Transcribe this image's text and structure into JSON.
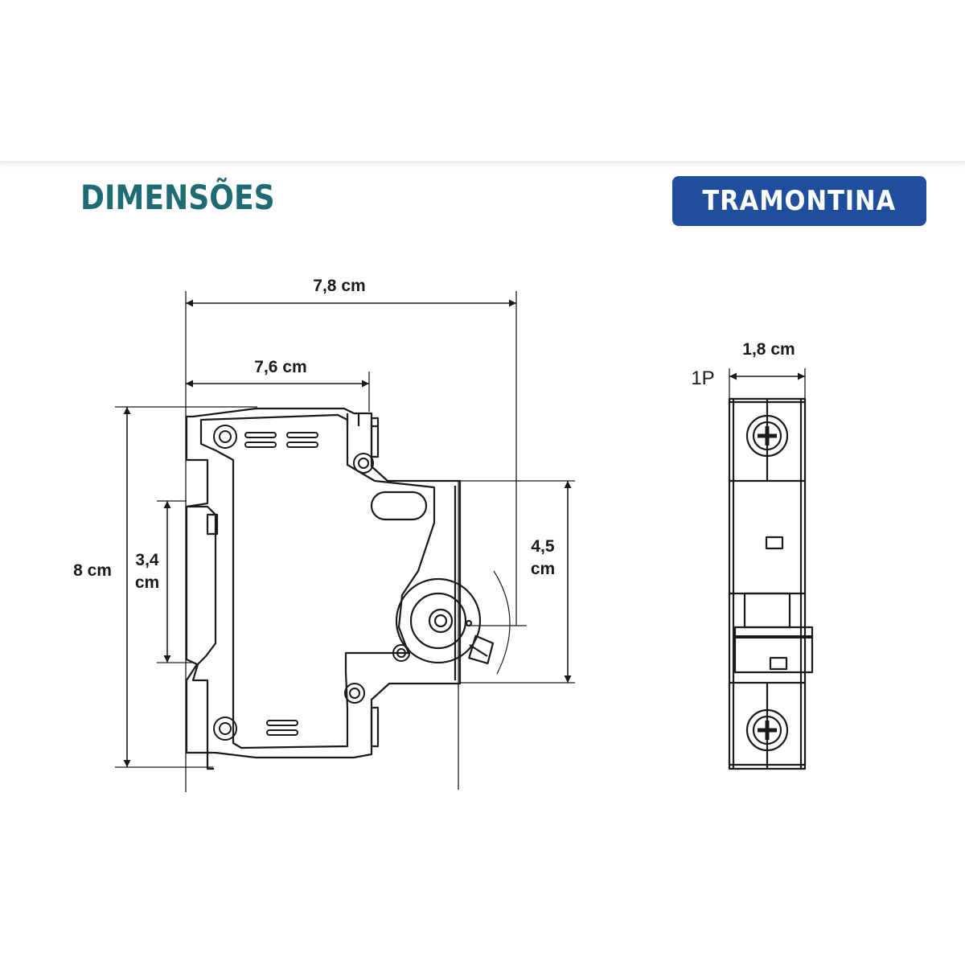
{
  "header": {
    "title": "DIMENSÕES",
    "brand": "TRAMONTINA"
  },
  "colors": {
    "title": "#1f6b73",
    "brand_bg": "#1f4e9c",
    "line": "#1a1a1a"
  },
  "side_view": {
    "overall_depth": "7,8 cm",
    "body_depth": "7,6 cm",
    "height": "8 cm",
    "rail_height_value": "3,4",
    "rail_height_unit": "cm",
    "front_height_value": "4,5",
    "front_height_unit": "cm"
  },
  "front_view": {
    "poles": "1P",
    "width": "1,8 cm"
  }
}
